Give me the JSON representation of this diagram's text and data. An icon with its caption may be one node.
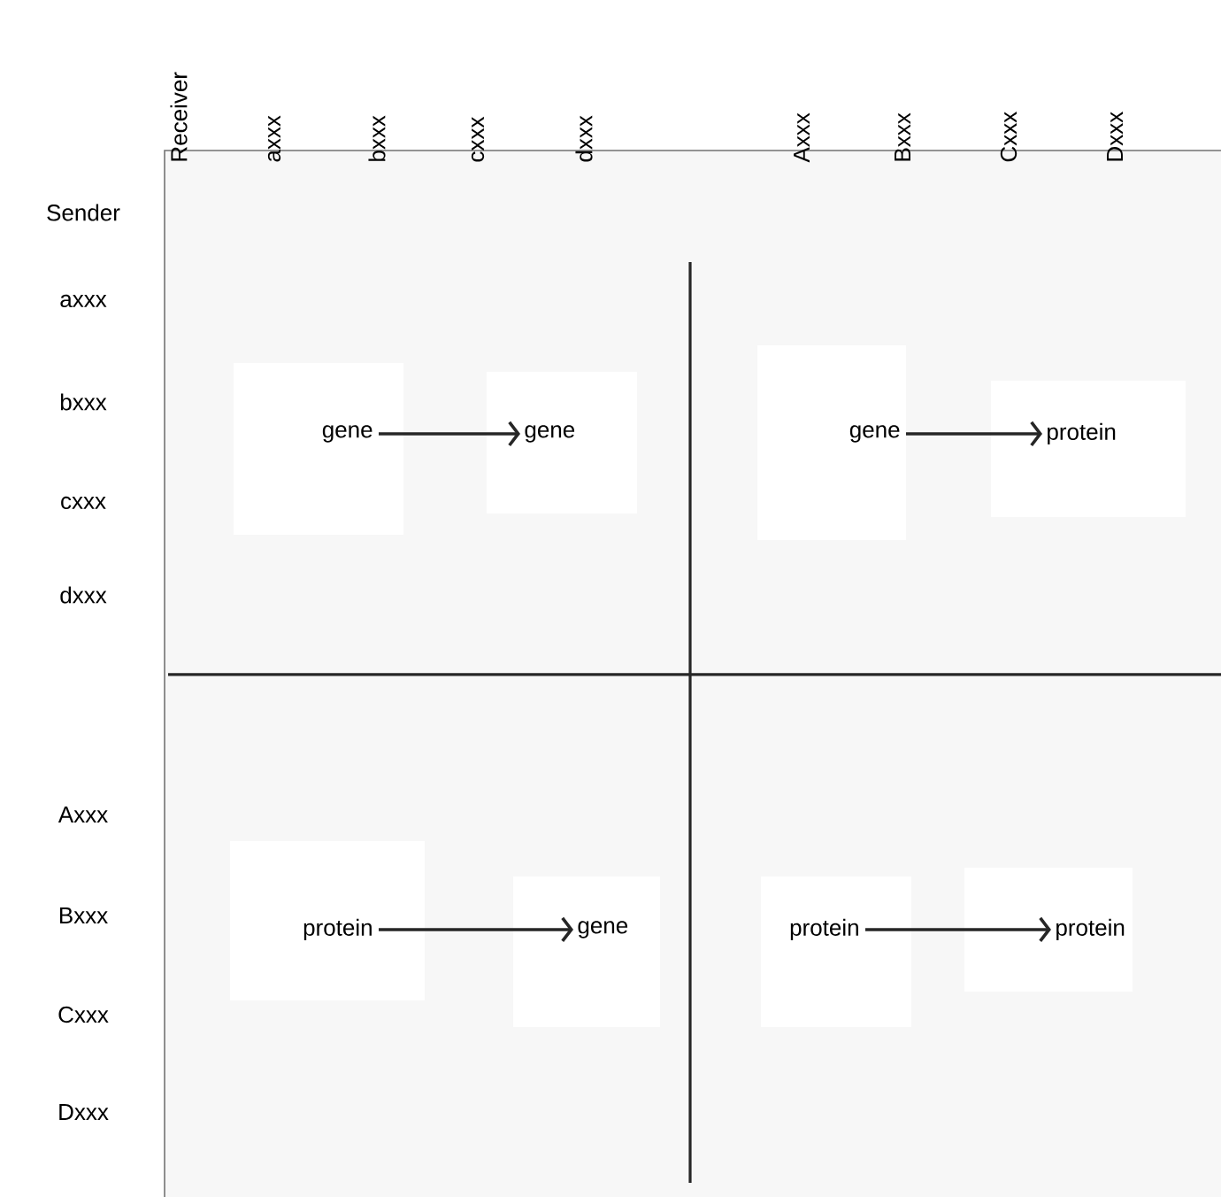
{
  "diagram": {
    "nodes": [
      {
        "text": [
          "gene"
        ]
      },
      {
        "text": [
          "gene"
        ]
      },
      {
        "text": [
          "gene"
        ]
      },
      {
        "text": [
          "protein"
        ]
      },
      {
        "text": [
          "protein"
        ]
      },
      {
        "text": [
          "gene"
        ]
      },
      {
        "text": [
          "protein"
        ]
      },
      {
        "text": [
          "protein"
        ]
      }
    ],
    "edges": [
      {
        "from": 0,
        "to": 1,
        "arrow": "to"
      },
      {
        "from": 2,
        "to": 3,
        "arrow": "to"
      },
      {
        "from": 4,
        "to": 5,
        "arrow": "to"
      },
      {
        "from": 6,
        "to": 7,
        "arrow": "to"
      }
    ],
    "labels": [
      "Receiver",
      "axxx",
      "bxxx",
      "cxxx",
      "dxxx",
      "Axxx",
      "Bxxx",
      "Cxxx",
      "Dxxx",
      "Sender",
      "axxx",
      "bxxx",
      "cxxx",
      "dxxx",
      "Axxx",
      "Bxxx",
      "Cxxx",
      "Dxxx"
    ]
  }
}
